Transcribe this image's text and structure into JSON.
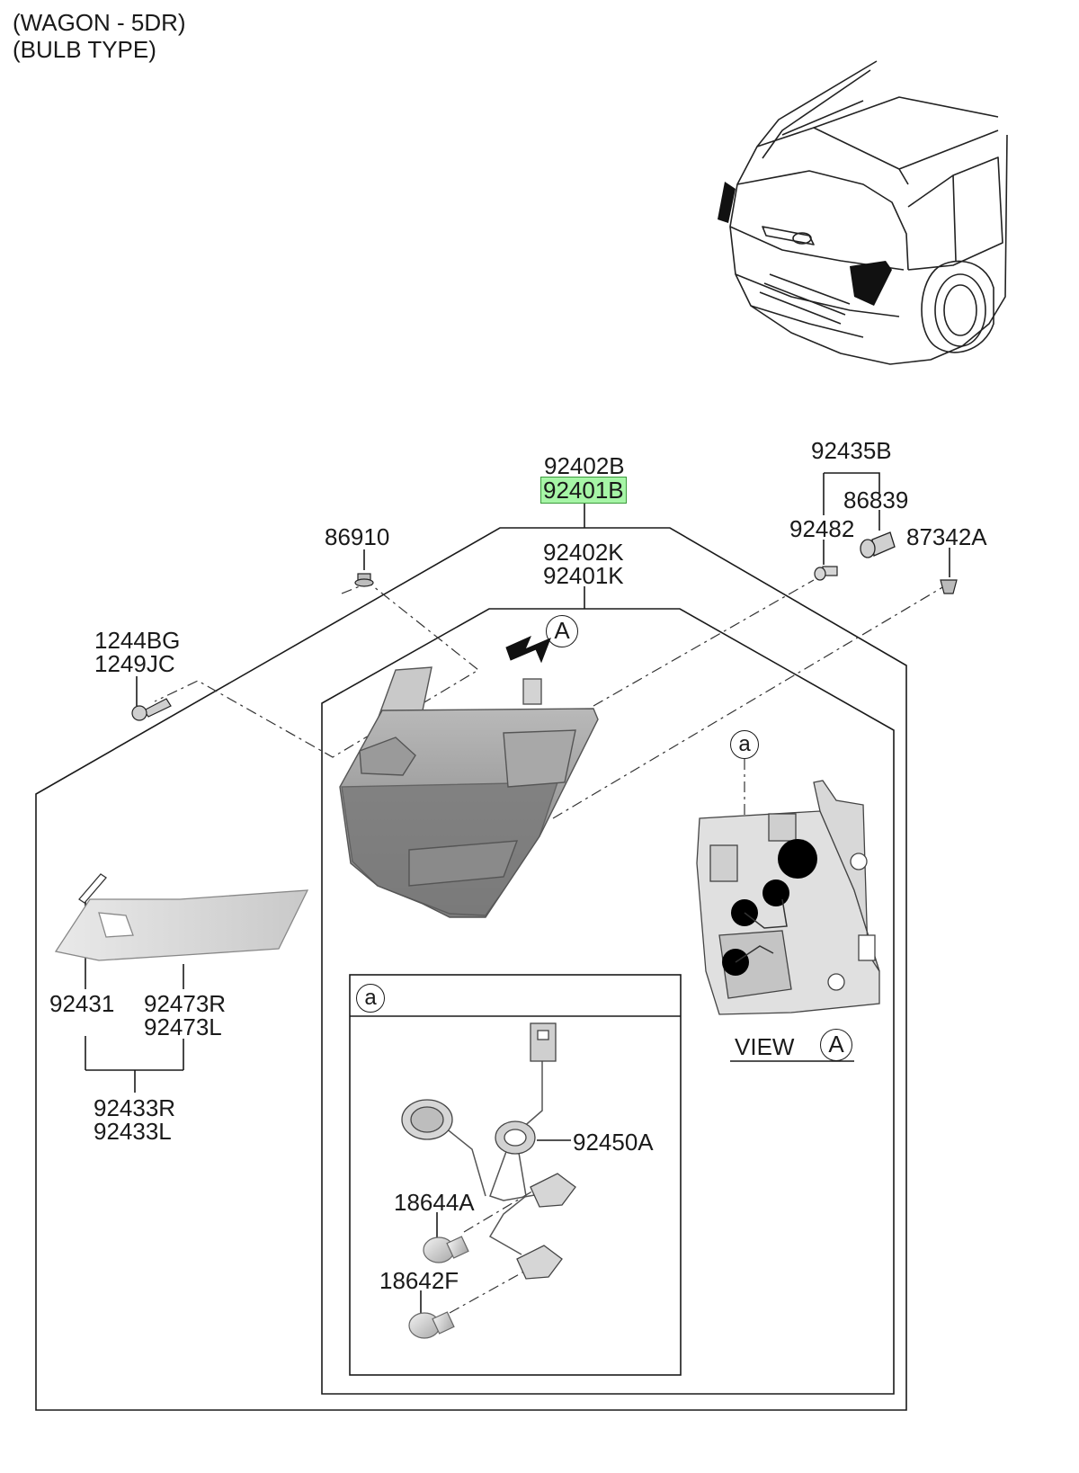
{
  "header": {
    "line1": "(WAGON - 5DR)",
    "line2": "(BULB TYPE)"
  },
  "parts": {
    "p92402B": "92402B",
    "p92401B": "92401B",
    "p92402K": "92402K",
    "p92401K": "92401K",
    "p86910": "86910",
    "p1244BG": "1244BG",
    "p1249JC": "1249JC",
    "p92435B": "92435B",
    "p86839": "86839",
    "p92482": "92482",
    "p87342A": "87342A",
    "p92431": "92431",
    "p92473R": "92473R",
    "p92473L": "92473L",
    "p92433R": "92433R",
    "p92433L": "92433L",
    "p92450A": "92450A",
    "p18644A": "18644A",
    "p18642F": "18642F"
  },
  "callouts": {
    "A": "A",
    "a": "a",
    "view": "VIEW"
  },
  "colors": {
    "highlight": "#a6f5a6",
    "line": "#1a1a1a",
    "part_fill": "#8a8a8a"
  }
}
